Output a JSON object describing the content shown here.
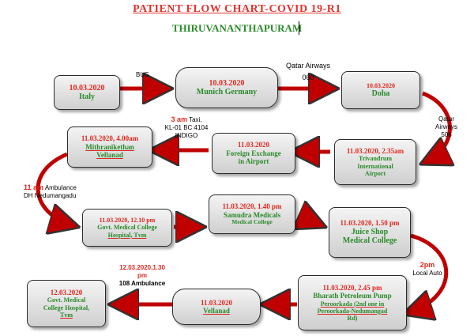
{
  "title": "PATIENT FLOW CHART-COVID 19-R1",
  "subtitle": "THIRUVANANTHAPURAM",
  "colors": {
    "date": "#e0281f",
    "place": "#2a8a2a",
    "arrow": "#c00000",
    "title": "#e0332e"
  },
  "nodes": {
    "n1": {
      "date": "10.03.2020",
      "place": "Italy"
    },
    "n2": {
      "date": "10.03.2020",
      "place": "Munich Germany"
    },
    "n3": {
      "date": "10.03.2020",
      "place": "Doha"
    },
    "n4": {
      "date": "11.03.2020, 2.35am",
      "place1": "Trivandrum",
      "place2": "International",
      "place3": "Airport"
    },
    "n5": {
      "date": "11.03.2020",
      "place1": "Foreign Exchange",
      "place2": "in Airport"
    },
    "n6": {
      "date": "11.03.2020, 4.00am",
      "place1": "Mithranikethan",
      "place2": "Vellanad"
    },
    "n7": {
      "date": "11.03.2020, 12.10 pm",
      "place1": "Govt. Medical College",
      "place2": "Hospital, Tvm"
    },
    "n8": {
      "date": "11.03.2020, 1.40 pm",
      "place1": "Samudra Medicals",
      "place2": "Medical College"
    },
    "n9": {
      "date": "11.03.2020, 1.50 pm",
      "place1": "Juice Shop",
      "place2": "Medical College"
    },
    "n10": {
      "date": "11.03.2020, 2.45 pm",
      "place1": "Bharath Petroleum Pump",
      "place2": "Peroorkada (2nd one in",
      "place3": "Peroorkada-Nedumangad",
      "place4": "Rd)"
    },
    "n11": {
      "date": "11.03.2020",
      "place": "Vellanad"
    },
    "n12": {
      "date": "12.03.2020",
      "place1": "Govt. Medical",
      "place2": "College Hospital,",
      "place3": "Tvm"
    }
  },
  "transports": {
    "bus": "BUS",
    "qatar1_l1": "Qatar Airways",
    "qatar1_l2": "060",
    "qatar2_l1": "Qatar",
    "qatar2_l2": "Airways",
    "qatar2_l3": "506",
    "taxi_l1": "3 am",
    "taxi_l1b": " Taxi,",
    "taxi_l2": "KL-01 BC 4104",
    "taxi_l3": "INDIGO",
    "amb1_l1": "11 am",
    "amb1_l1b": " Ambulance",
    "amb1_l2": "DH Nedumangadu",
    "auto_l1": "2pm",
    "auto_l2": "Local Auto",
    "amb2_l1": "12.03.2020,1.30",
    "amb2_l2": "pm",
    "amb2_l3": "108 Ambulance"
  }
}
